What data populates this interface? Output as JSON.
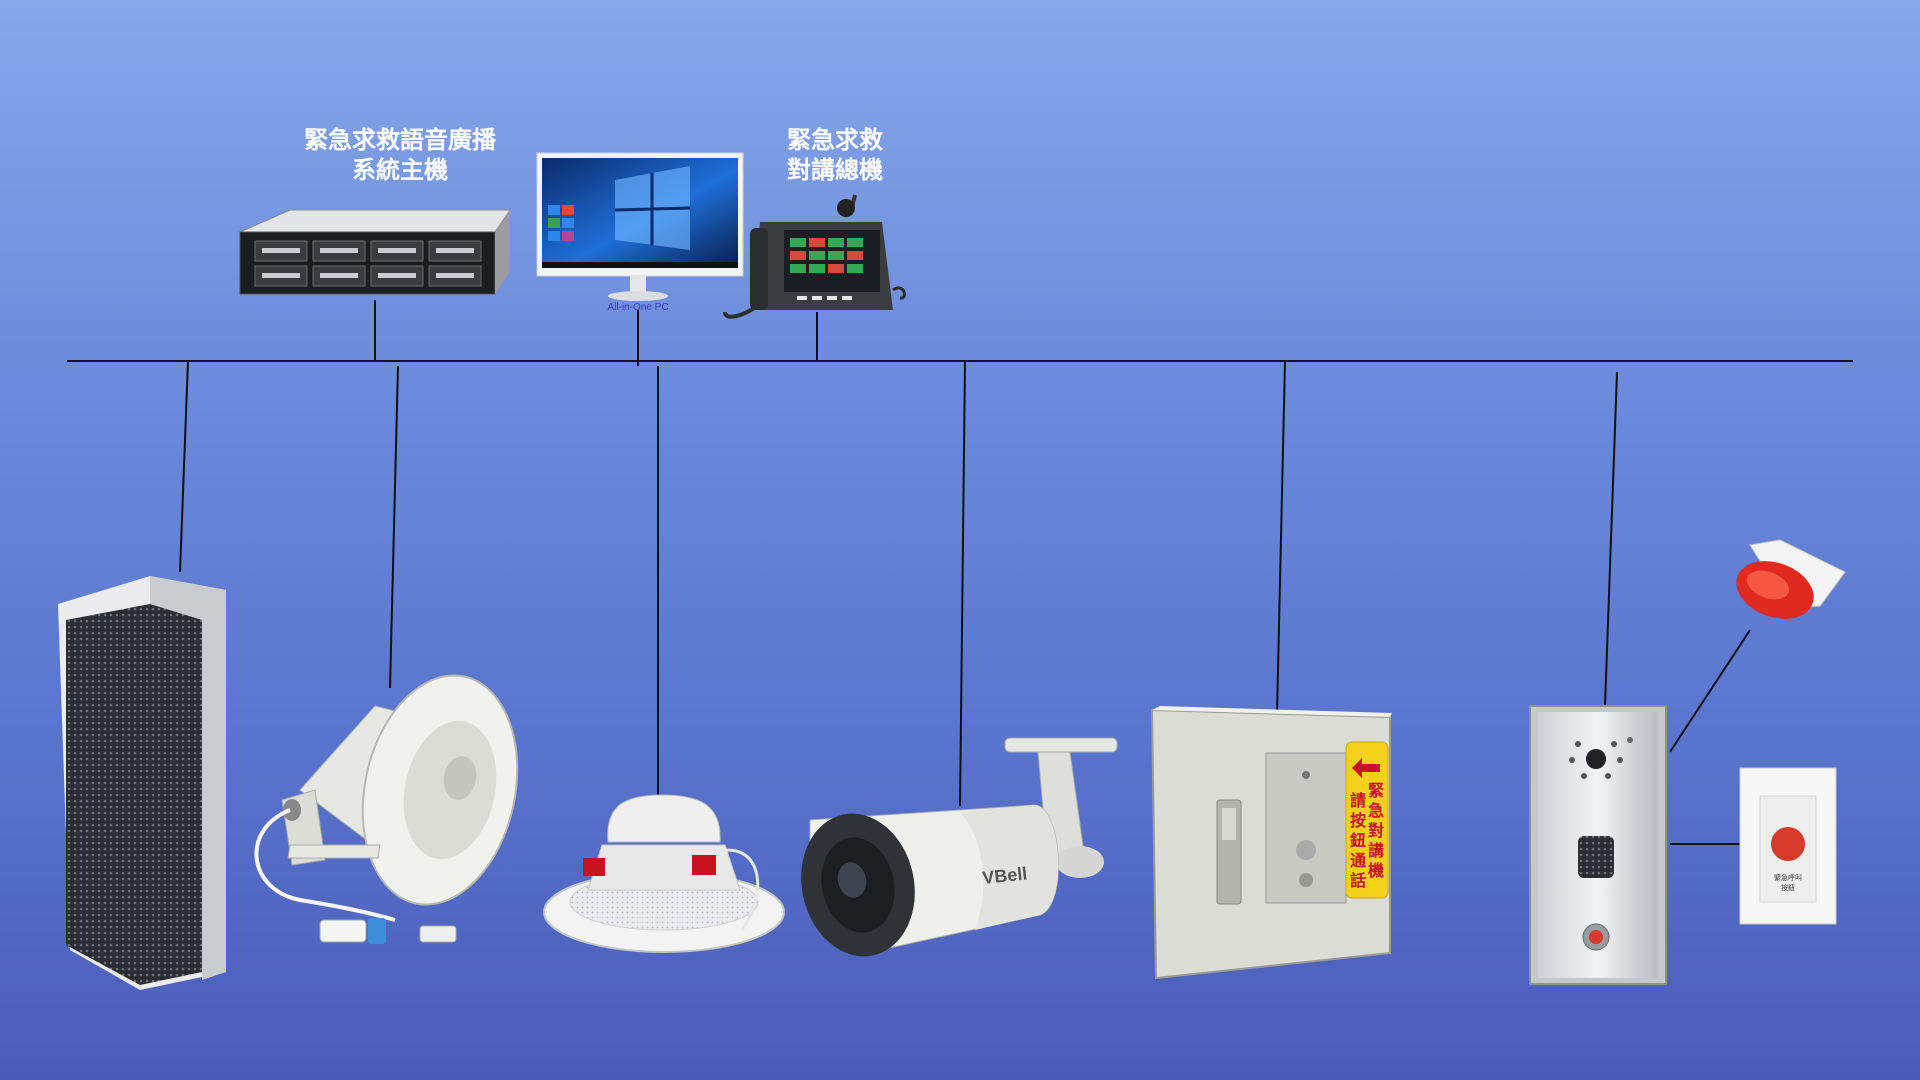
{
  "labels": {
    "server_line1": "緊急求救語音廣播",
    "server_line2": "系統主機",
    "intercom_line1": "緊急求救",
    "intercom_line2": "對講總機"
  },
  "device_text": {
    "pc_caption": "All-in-One PC",
    "camera_brand": "VBell",
    "cabinet_sign": [
      "請",
      "按",
      "鈕",
      "通",
      "話",
      "緊",
      "急",
      "對",
      "講",
      "機"
    ],
    "button_caption_1": "緊急呼叫",
    "button_caption_2": "按鈕"
  },
  "colors": {
    "bus_line": "#111111",
    "alarm_red": "#e02a1f",
    "sign_yellow": "#f5d21a",
    "sign_red_text": "#c8102e"
  }
}
